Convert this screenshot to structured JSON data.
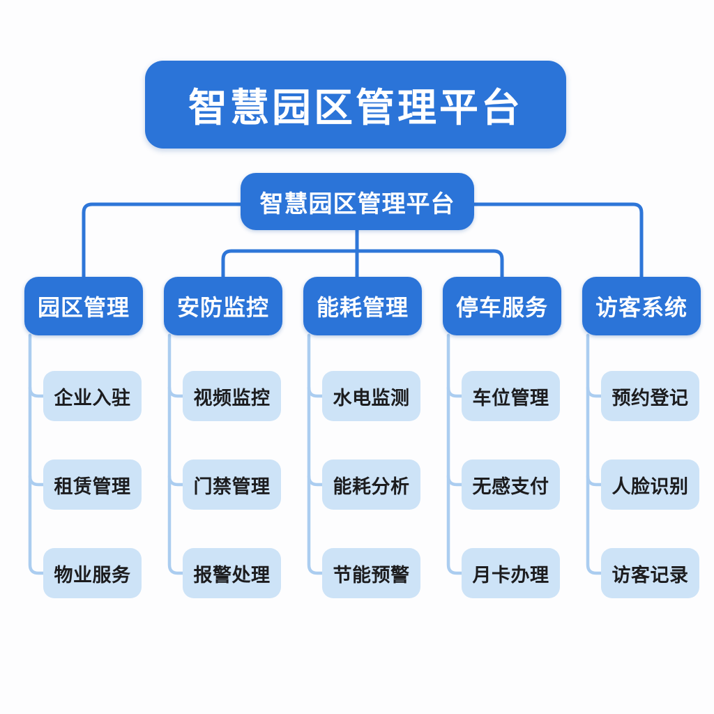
{
  "banner": {
    "title": "智慧园区管理平台"
  },
  "root": {
    "label": "智慧园区管理平台"
  },
  "columns": [
    {
      "header": "园区管理",
      "items": [
        "企业入驻",
        "租赁管理",
        "物业服务"
      ]
    },
    {
      "header": "安防监控",
      "items": [
        "视频监控",
        "门禁管理",
        "报警处理"
      ]
    },
    {
      "header": "能耗管理",
      "items": [
        "水电监测",
        "能耗分析",
        "节能预警"
      ]
    },
    {
      "header": "停车服务",
      "items": [
        "车位管理",
        "无感支付",
        "月卡办理"
      ]
    },
    {
      "header": "访客系统",
      "items": [
        "预约登记",
        "人脸识别",
        "访客记录"
      ]
    }
  ],
  "colors": {
    "primary_blue": "#2b74d8",
    "leaf_blue": "#cde3f7",
    "connector_dark": "#2e76d8",
    "connector_light": "#abcdf0",
    "leaf_text": "#1c1c1e",
    "background": "#fdfdfe"
  }
}
